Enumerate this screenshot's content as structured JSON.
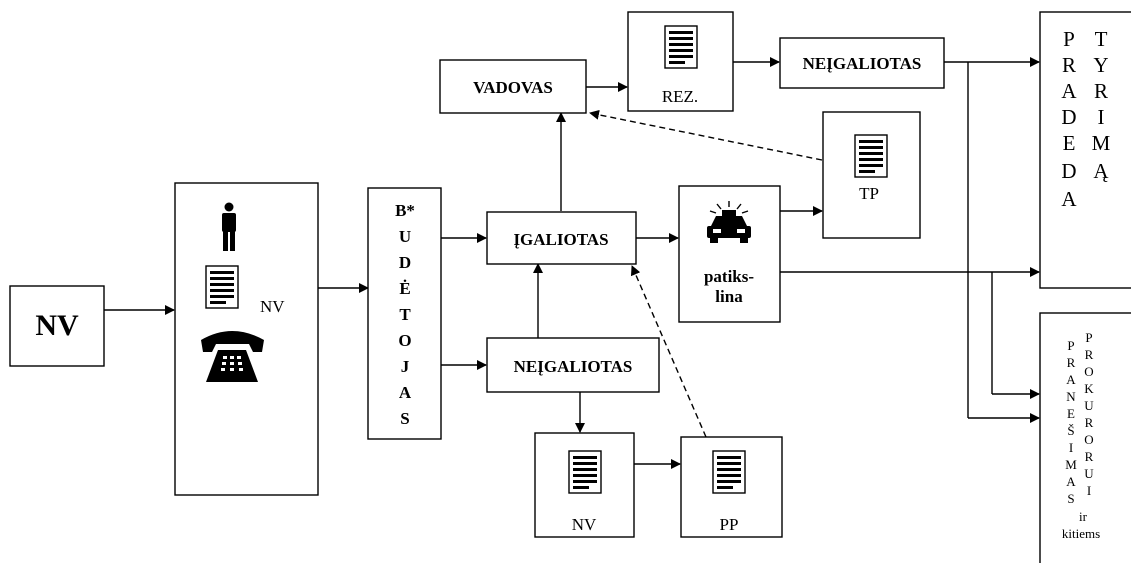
{
  "nodes": {
    "nv_source": "NV",
    "report_doc_label": "NV",
    "budetojas_letters": [
      "B*",
      "U",
      "D",
      "Ė",
      "T",
      "O",
      "J",
      "A",
      "S"
    ],
    "igaliotas": "ĮGALIOTAS",
    "neigaliotas_lower": "NEĮGALIOTAS",
    "vadovas": "VADOVAS",
    "rez": "REZ.",
    "neigaliotas_top": "NEĮGALIOTAS",
    "tp": "TP",
    "patikslina_1": "patiks-",
    "patikslina_2": "lina",
    "nv_doc": "NV",
    "pp_doc": "PP",
    "pradeda_col1": [
      "P",
      "R",
      "A",
      "D",
      "E",
      "D",
      "A"
    ],
    "pradeda_col2": [
      "T",
      "Y",
      "R",
      "I",
      "M",
      "Ą"
    ],
    "pranesimas_col1": [
      "P",
      "R",
      "A",
      "N",
      "E",
      "Š",
      "I",
      "M",
      "A",
      "S"
    ],
    "pranesimas_col2": [
      "P",
      "R",
      "O",
      "K",
      "U",
      "R",
      "O",
      "R",
      "U",
      "I"
    ],
    "pranesimas_ir": "ir",
    "pranesimas_kitiems": "kitiems"
  },
  "icons": [
    "person-icon",
    "document-icon",
    "telephone-icon",
    "police-car-icon"
  ],
  "colors": {
    "stroke": "#000000",
    "background": "#ffffff"
  }
}
